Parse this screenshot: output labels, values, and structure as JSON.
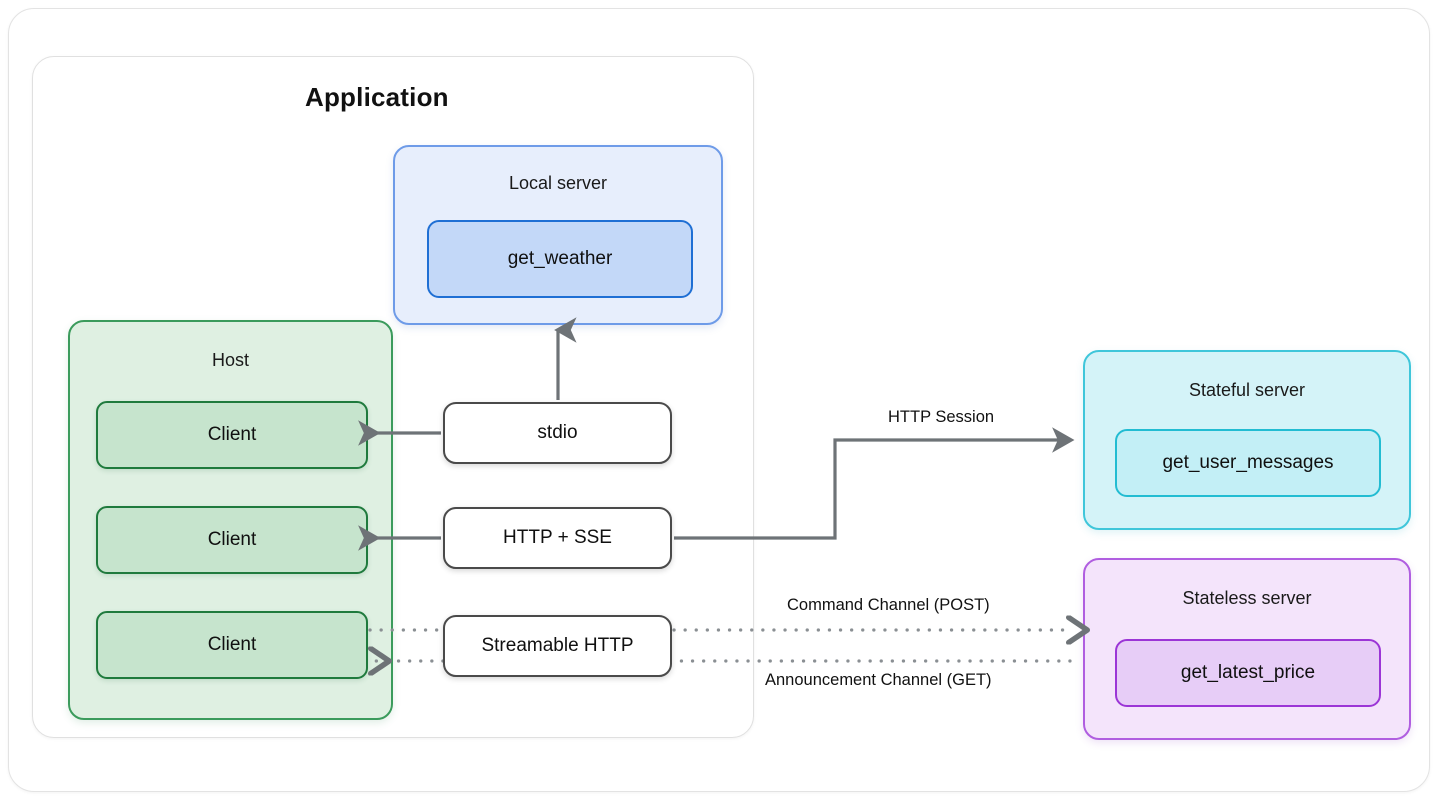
{
  "diagram": {
    "title": "Application",
    "application_frame_label": "Application",
    "local_server": {
      "title": "Local server",
      "tool": "get_weather",
      "fill": "#e7eefc",
      "border": "#6e9be8",
      "tool_fill": "#c3d8f8",
      "tool_border": "#1f6fd4"
    },
    "host": {
      "title": "Host",
      "clients": [
        "Client",
        "Client",
        "Client"
      ],
      "fill": "#dff0e2",
      "border": "#3b9b5c",
      "client_fill": "#c6e4cd",
      "client_border": "#1f7a3d"
    },
    "transports": [
      {
        "label": "stdio"
      },
      {
        "label": "HTTP + SSE"
      },
      {
        "label": "Streamable HTTP"
      }
    ],
    "stateful_server": {
      "title": "Stateful server",
      "tool": "get_user_messages",
      "fill": "#d4f3f8",
      "border": "#3fc6da",
      "tool_fill": "#c3eff6",
      "tool_border": "#22bcd2"
    },
    "stateless_server": {
      "title": "Stateless server",
      "tool": "get_latest_price",
      "fill": "#f4e4fb",
      "border": "#b05ee0",
      "tool_fill": "#e7cdf7",
      "tool_border": "#9b35d6"
    },
    "connector_labels": {
      "http_session": "HTTP Session",
      "command_channel": "Command Channel (POST)",
      "announcement_channel": "Announcement Channel (GET)"
    },
    "connector_color": "#6e7377"
  }
}
